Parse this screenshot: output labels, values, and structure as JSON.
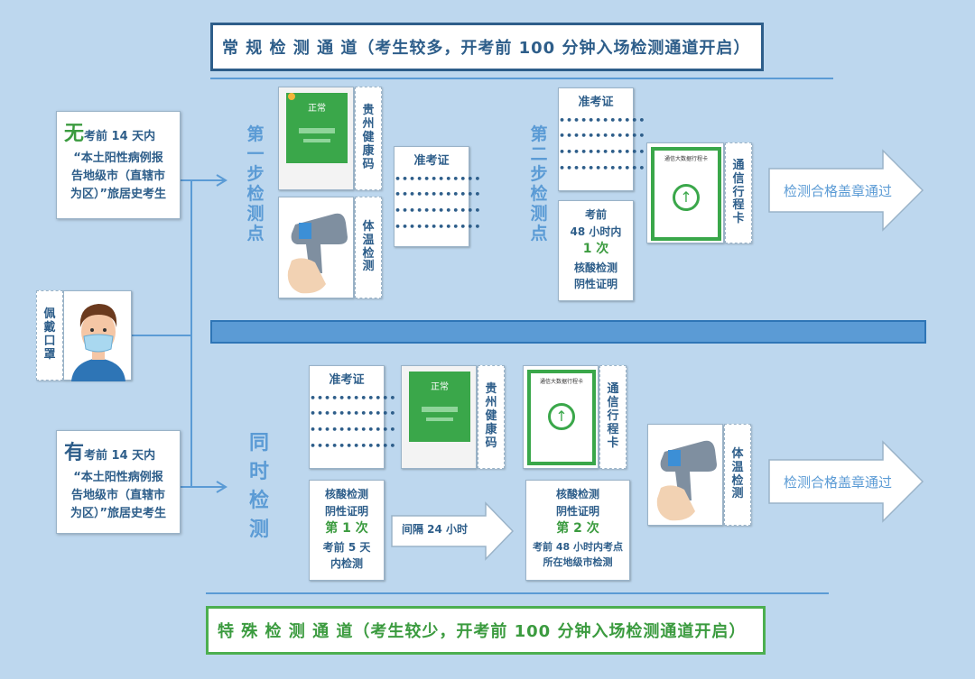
{
  "banners": {
    "regular": "常 规 检 测 通 道（考生较多，开考前 100 分钟入场检测通道开启）",
    "special": "特 殊 检 测 通 道（考生较少，开考前 100 分钟入场检测通道开启）"
  },
  "conditions": {
    "without": {
      "prefix": "无",
      "line1": "考前 14 天内",
      "line2": "“本土阳性病例报",
      "line3": "告地级市（直辖市",
      "line4": "为区）”旅居史考生"
    },
    "with": {
      "prefix": "有",
      "line1": "考前 14 天内",
      "line2": "“本土阳性病例报",
      "line3": "告地级市（直辖市",
      "line4": "为区）”旅居史考生"
    }
  },
  "mask_label": [
    "佩",
    "戴",
    "口",
    "罩"
  ],
  "step1_label": [
    "第",
    "一",
    "步",
    "检",
    "测",
    "点"
  ],
  "step2_label": [
    "第",
    "二",
    "步",
    "检",
    "测",
    "点"
  ],
  "simultaneous_label": [
    "同",
    "时",
    "检",
    "测"
  ],
  "guizhou_code_label": [
    "贵",
    "州",
    "健",
    "康",
    "码"
  ],
  "temperature_label": [
    "体",
    "温",
    "检",
    "测"
  ],
  "travel_card_label": [
    "通",
    "信",
    "行",
    "程",
    "卡"
  ],
  "admission_ticket": {
    "title": "准考证",
    "dots": "••••••••••••"
  },
  "health_code_screen": {
    "status": "正常"
  },
  "travel_card_screen": {
    "title": "通信大数据行程卡"
  },
  "top_nucleic": {
    "line1": "考前",
    "line2": "48 小时内",
    "line3": "1 次",
    "line4": "核酸检测",
    "line5": "阴性证明"
  },
  "bottom_nucleic_1": {
    "line1": "核酸检测",
    "line2": "阴性证明",
    "line3": "第 1 次",
    "line4": "考前 5 天",
    "line5": "内检测"
  },
  "interval": "间隔 24 小时",
  "bottom_nucleic_2": {
    "line1": "核酸检测",
    "line2": "阴性证明",
    "line3": "第 2 次",
    "line4": "考前 48 小时内考点",
    "line5": "所在地级市检测"
  },
  "pass_text": "检测合格盖章通过",
  "colors": {
    "background": "#bdd7ee",
    "accent_blue": "#2e5e8a",
    "accent_green": "#3b9b3f",
    "line_blue": "#5b9bd5"
  }
}
